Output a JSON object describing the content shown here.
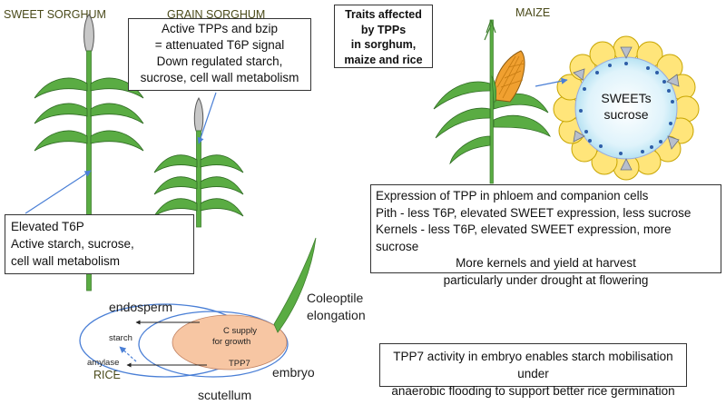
{
  "titles": {
    "sweet_sorghum": "SWEET SORGHUM",
    "grain_sorghum": "GRAIN SORGHUM",
    "maize": "MAIZE",
    "rice": "RICE"
  },
  "traits_box": {
    "lines": [
      "Traits affected",
      "by TPPs",
      "in sorghum,",
      "maize and rice"
    ]
  },
  "grain_box": {
    "lines": [
      "Active TPPs and bzip",
      "= attenuated T6P signal",
      "Down regulated starch,",
      "sucrose, cell wall metabolism"
    ]
  },
  "sweet_box": {
    "lines": [
      "Elevated T6P",
      "Active starch, sucrose,",
      "cell wall metabolism"
    ]
  },
  "maize_box": {
    "lines": [
      "Expression of TPP in phloem and companion cells",
      "Pith - less T6P, elevated SWEET expression, less sucrose",
      "Kernels - less T6P, elevated SWEET expression, more sucrose",
      "More kernels and yield at harvest",
      "particularly under drought at flowering"
    ]
  },
  "rice_box": {
    "lines": [
      "TPP7 activity in embryo enables starch mobilisation under",
      "anaerobic flooding to support better rice germination"
    ]
  },
  "kernel_cell": {
    "line1": "SWEETs",
    "line2": "sucrose"
  },
  "seed": {
    "endosperm": "endosperm",
    "starch": "starch",
    "amylase": "amylase",
    "c_supply_1": "C supply",
    "c_supply_2": "for growth",
    "tpp7": "TPP7",
    "embryo": "embryo",
    "scutellum": "scutellum",
    "coleoptile_1": "Coleoptile",
    "coleoptile_2": "elongation"
  },
  "colors": {
    "leaf": "#5aac43",
    "stem": "#5aac43",
    "arrow": "#4a7fd6",
    "kernel": "#ffe57a",
    "cob": "#f0a030",
    "embryo": "#f7c6a3"
  }
}
